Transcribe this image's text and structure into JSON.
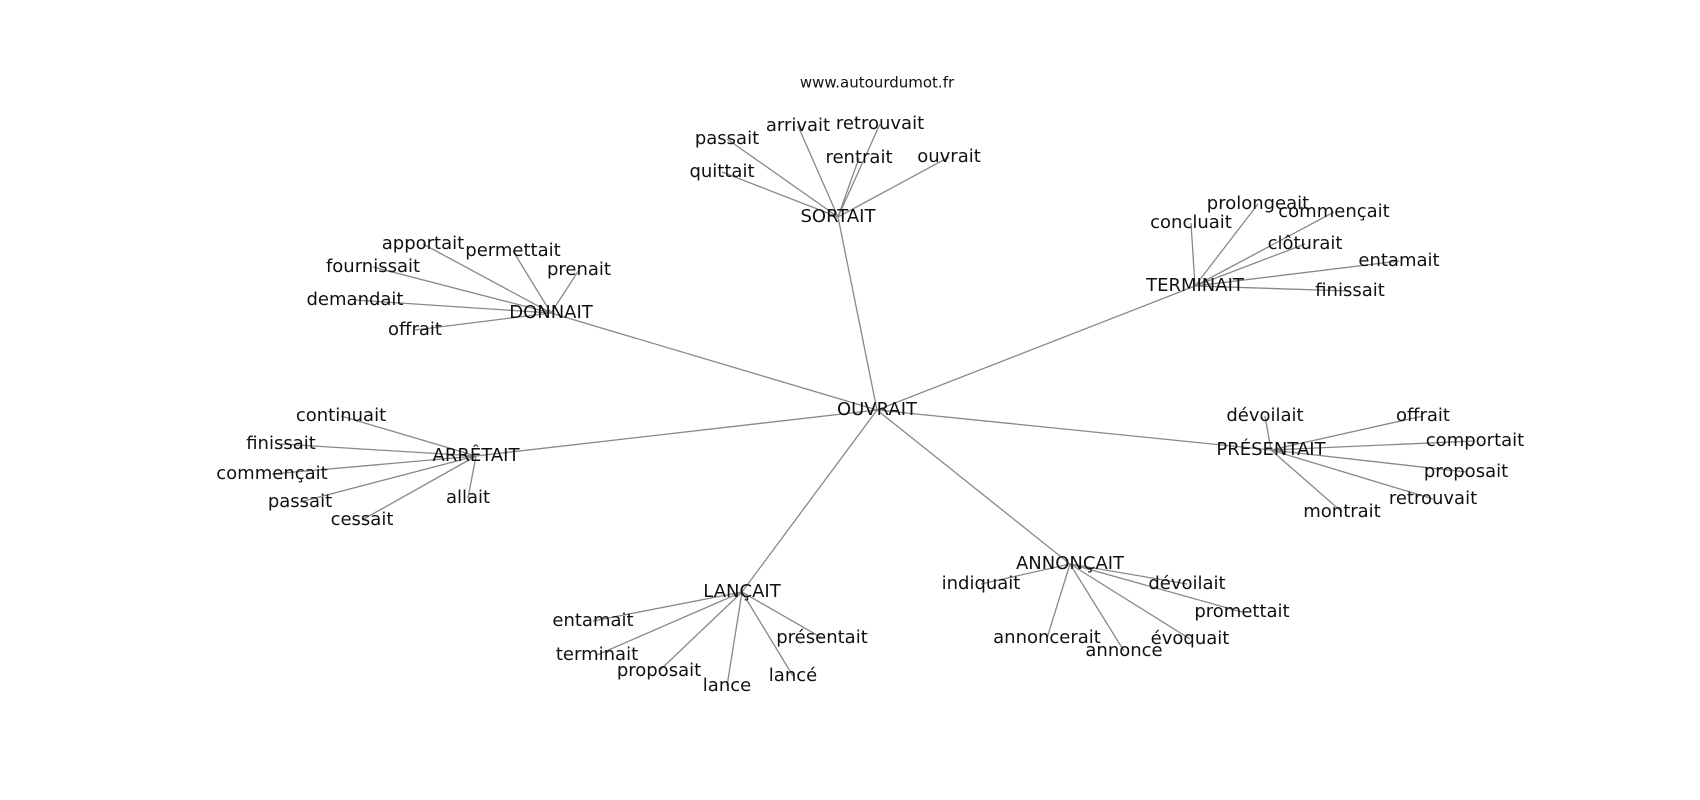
{
  "source": "www.autourdumot.fr",
  "center": "OUVRAIT",
  "groups": [
    {
      "hub": "SORTAIT",
      "words": [
        "passait",
        "arrivait",
        "retrouvait",
        "quittait",
        "rentrait",
        "ouvrait"
      ]
    },
    {
      "hub": "TERMINAIT",
      "words": [
        "prolongeait",
        "concluait",
        "commençait",
        "clôturait",
        "entamait",
        "finissait"
      ]
    },
    {
      "hub": "DONNAIT",
      "words": [
        "apportait",
        "permettait",
        "fournissait",
        "prenait",
        "demandait",
        "offrait"
      ]
    },
    {
      "hub": "ARRÊTAIT",
      "words": [
        "continuait",
        "finissait",
        "commençait",
        "passait",
        "cessait",
        "allait"
      ]
    },
    {
      "hub": "PRÉSENTAIT",
      "words": [
        "dévoilait",
        "offrait",
        "comportait",
        "proposait",
        "retrouvait",
        "montrait"
      ]
    },
    {
      "hub": "ANNONÇAIT",
      "words": [
        "indiquait",
        "dévoilait",
        "promettait",
        "annoncerait",
        "annonce",
        "évoquait"
      ]
    },
    {
      "hub": "LANÇAIT",
      "words": [
        "entamait",
        "terminait",
        "proposait",
        "lance",
        "lancé",
        "présentait"
      ]
    }
  ]
}
